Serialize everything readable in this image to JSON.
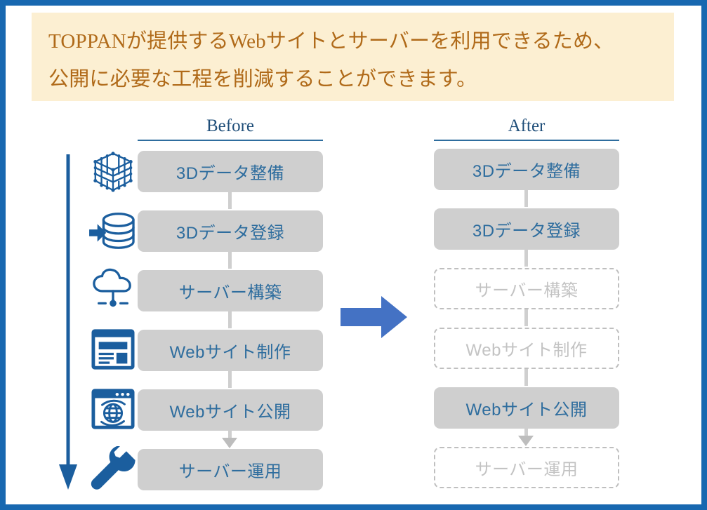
{
  "slide": {
    "border_color": "#1868B0",
    "background": "#ffffff"
  },
  "banner": {
    "background": "#FCEFD2",
    "text_color": "#B06A19",
    "line1": "TOPPANが提供するWebサイトとサーバーを利用できるため、",
    "line2": "公開に必要な工程を削減することができます。"
  },
  "columns": {
    "before": {
      "label": "Before",
      "rule_color": "#2E6D9E"
    },
    "after": {
      "label": "After",
      "rule_color": "#2E6D9E"
    }
  },
  "icons": [
    {
      "name": "cube-lattice-icon",
      "color": "#1B5E9E"
    },
    {
      "name": "database-import-icon",
      "color": "#1B5E9E"
    },
    {
      "name": "cloud-network-icon",
      "color": "#1B5E9E"
    },
    {
      "name": "web-page-icon",
      "color": "#1B5E9E"
    },
    {
      "name": "web-publish-icon",
      "color": "#1B5E9E"
    },
    {
      "name": "wrench-icon",
      "color": "#1B5E9E"
    }
  ],
  "steps": [
    {
      "id": "3d-data-prep",
      "label": "3Dデータ整備",
      "before_state": "active",
      "after_state": "active"
    },
    {
      "id": "3d-data-register",
      "label": "3Dデータ登録",
      "before_state": "active",
      "after_state": "active"
    },
    {
      "id": "server-build",
      "label": "サーバー構築",
      "before_state": "active",
      "after_state": "removed"
    },
    {
      "id": "website-production",
      "label": "Webサイト制作",
      "before_state": "active",
      "after_state": "removed"
    },
    {
      "id": "website-publish",
      "label": "Webサイト公開",
      "before_state": "active",
      "after_state": "active"
    },
    {
      "id": "server-operation",
      "label": "サーバー運用",
      "before_state": "active",
      "after_state": "removed"
    }
  ],
  "arrows": {
    "process_direction": {
      "name": "down-arrow",
      "color": "#1B5E9E"
    },
    "transform": {
      "name": "right-arrow",
      "color": "#4472C4"
    }
  },
  "colors": {
    "box_fill": "#CFCFCF",
    "box_text": "#2E6D9E",
    "ghost_border": "#BFBFBF",
    "ghost_text": "#C3C3C3",
    "accent_blue": "#1868B0"
  }
}
